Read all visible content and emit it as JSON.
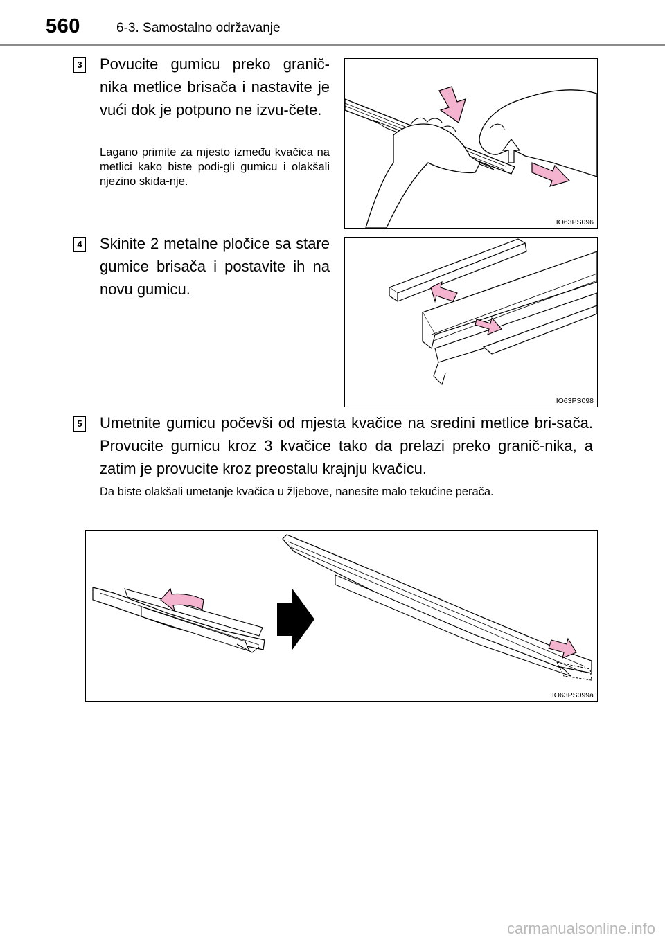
{
  "header": {
    "page_number": "560",
    "section": "6-3. Samostalno održavanje"
  },
  "steps": [
    {
      "number": "3",
      "main": "Povucite gumicu preko granič-nika metlice brisača i nastavite je vući dok je potpuno ne izvu-čete.",
      "sub": "Lagano primite za mjesto između kvačica na metlici kako biste podi-gli gumicu i olakšali njezino skida-nje.",
      "figure_code": "IO63PS096"
    },
    {
      "number": "4",
      "main": "Skinite 2 metalne pločice sa stare gumice brisača i postavite ih na novu gumicu.",
      "figure_code": "IO63PS098"
    },
    {
      "number": "5",
      "main": "Umetnite gumicu počevši od mjesta kvačice na sredini metlice bri-sača. Provucite gumicu kroz 3 kvačice tako da prelazi preko granič-nika, a zatim je provucite kroz preostalu krajnju kvačicu.",
      "sub": "Da biste olakšali umetanje kvačica u žljebove, nanesite malo tekućine perača.",
      "figure_code": "IO63PS099a"
    }
  ],
  "footer": {
    "watermark": "carmanualsonline.info"
  },
  "colors": {
    "arrow_fill": "#f4b3cf",
    "header_rule": "#8a8a8a"
  }
}
